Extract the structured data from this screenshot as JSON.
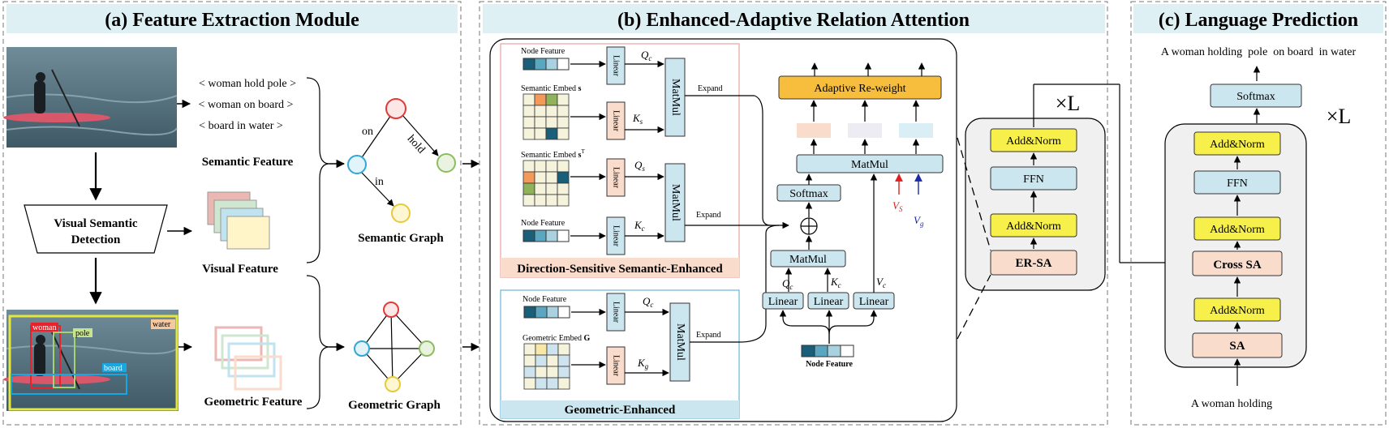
{
  "panels": {
    "a": {
      "title": "(a) Feature Extraction Module",
      "triples": [
        "< woman hold pole >",
        "< woman on board >",
        "< board in water >"
      ],
      "semantic_feature": "Semantic Feature",
      "visual_feature": "Visual Feature",
      "geometric_feature": "Geometric Feature",
      "vsd": [
        "Visual Semantic",
        "Detection"
      ],
      "semantic_graph": "Semantic Graph",
      "geometric_graph": "Geometric Graph",
      "edge_on": "on",
      "edge_hold": "hold",
      "edge_in": "in",
      "det_labels": {
        "woman": "woman",
        "pole": "pole",
        "board": "board",
        "water": "water"
      }
    },
    "b": {
      "title": "(b) Enhanced-Adaptive Relation Attention",
      "node_feature": "Node Feature",
      "semantic_embed": "Semantic Embed",
      "semantic_embed_sym": "s",
      "semantic_embed_t": "Semantic Embed",
      "semantic_embed_t_sym": "s",
      "semantic_embed_t_sup": "T",
      "geometric_embed": "Geometric Embed",
      "geometric_embed_sym": "G",
      "linear": "Linear",
      "matmul": "MatMul",
      "expand": "Expand",
      "dsse": "Direction-Sensitive Semantic-Enhanced",
      "ge": "Geometric-Enhanced",
      "adaptive": "Adaptive Re-weight",
      "softmax": "Softmax",
      "node_feature_bold": "Node Feature",
      "oplus": "⊕",
      "sym": {
        "Q": "Q",
        "K": "K",
        "V": "V",
        "c": "c",
        "s": "s",
        "g": "g"
      }
    },
    "er": {
      "add_norm": "Add&Norm",
      "ffn": "FFN",
      "er_sa": "ER-SA",
      "times_l": "×L"
    },
    "c": {
      "title": "(c) Language Prediction",
      "output": "A woman holding  pole  on board  in water",
      "softmax": "Softmax",
      "add_norm": "Add&Norm",
      "ffn": "FFN",
      "cross_sa": "Cross SA",
      "sa": "SA",
      "times_l": "×L",
      "input": "A woman holding"
    }
  },
  "colors": {
    "title_bg": "#dff0f5",
    "light_blue": "#cce6ef",
    "yellow": "#f8f04a",
    "orange": "#f7be3e",
    "peach": "#f9dccb",
    "gray_bg": "#f0f0f0",
    "water": "#4f6f7d"
  }
}
